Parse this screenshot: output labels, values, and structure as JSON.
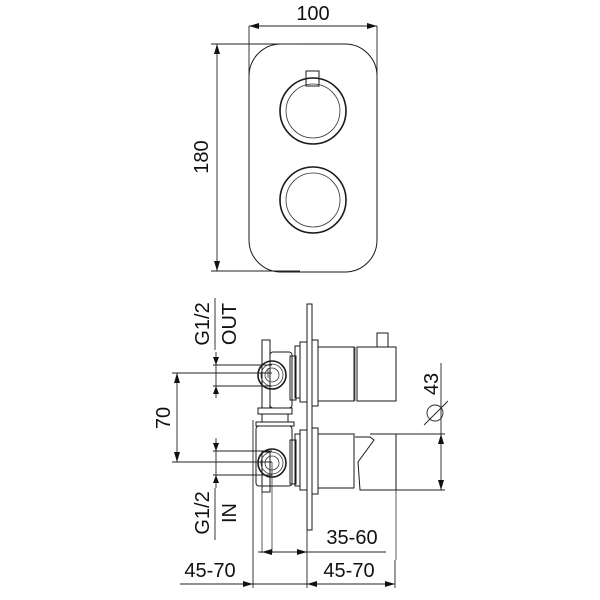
{
  "drawing": {
    "front_view": {
      "width_dimension": "100",
      "height_dimension": "180"
    },
    "side_view": {
      "outlet_label_top": "G1/2",
      "outlet_label_bottom": "OUT",
      "inlet_label_top": "G1/2",
      "inlet_label_bottom": "IN",
      "spacing_dimension": "70",
      "diameter_symbol": "⌀",
      "diameter_value": "43",
      "depth_dimension_inner": "35-60",
      "depth_dimension_left": "45-70",
      "depth_dimension_right": "45-70"
    }
  }
}
